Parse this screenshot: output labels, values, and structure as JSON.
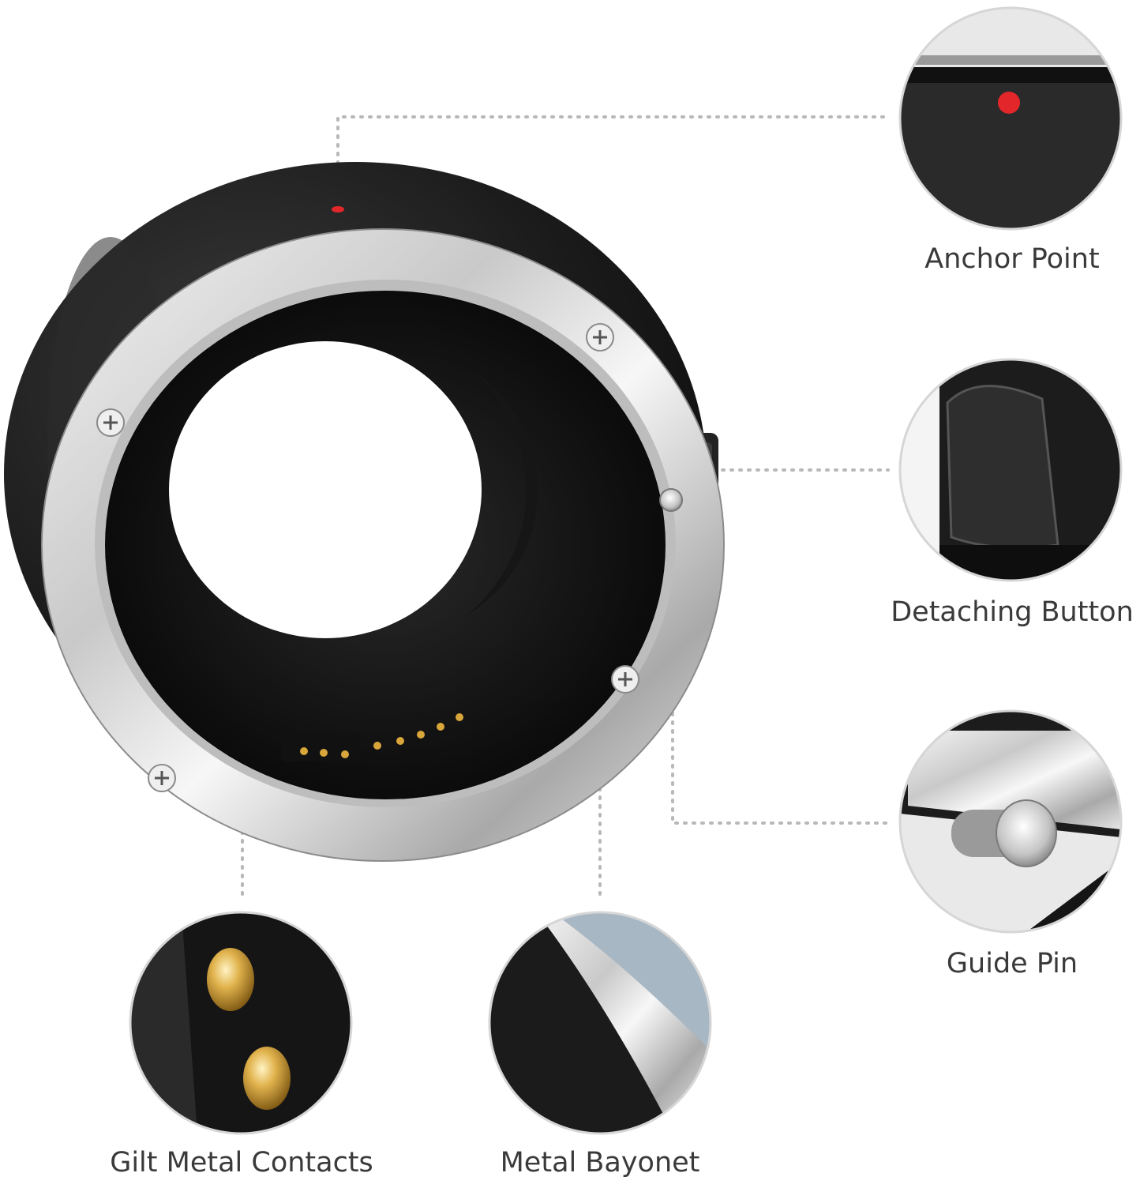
{
  "callouts": {
    "anchor_point": "Anchor Point",
    "detaching_button": "Detaching Button",
    "guide_pin": "Guide Pin",
    "gilt_metal_contacts": "Gilt Metal Contacts",
    "metal_bayonet": "Metal Bayonet"
  },
  "colors": {
    "background": "#ffffff",
    "label_text": "#3a3a3a",
    "dotted_leader": "#b8b8b8",
    "body_black": "#1b1b1b",
    "mount_silver": "#d9d9d9",
    "anchor_red": "#e3262a",
    "contact_gold": "#d8a63a"
  }
}
